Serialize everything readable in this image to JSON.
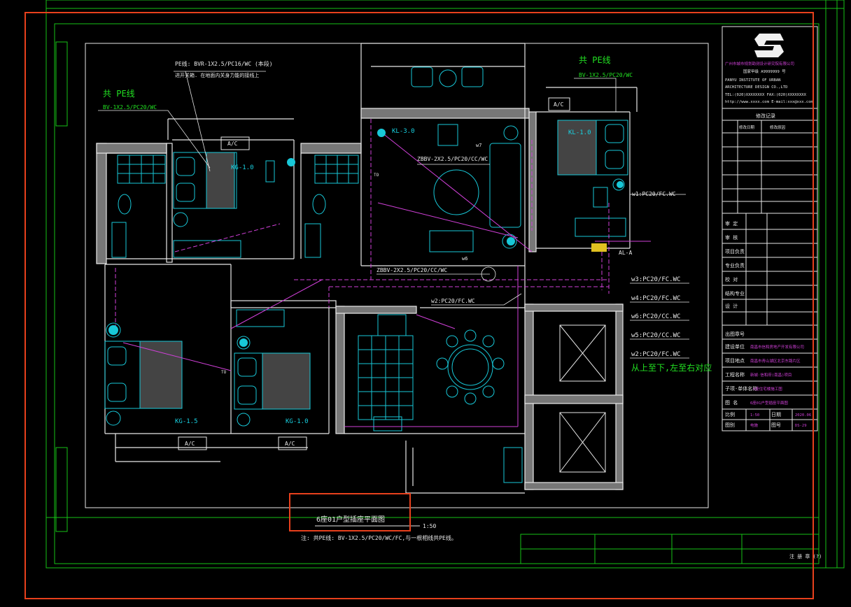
{
  "drawing": {
    "title": "6座01户型插座平面图",
    "scale": "1:50",
    "note": "注: 共PE线: BV-1X2.5/PC20/WC/FC,与一根相线共PE线。",
    "bottom_right_label": "注 册 章 (?)"
  },
  "annotations": {
    "pe_top_left_1": "PE线: BVR-1X2.5/PC16/WC (本段)",
    "pe_top_left_2": "进开关箱. 在地面内关身力能的接线上",
    "share_pe_left": "共 PE线",
    "bv_left": "BV-1X2.5/PC20/WC",
    "share_pe_right": "共 PE线",
    "bv_right": "BV-1X2.5/PC20/WC",
    "kl30": "KL-3.0",
    "kl10": "KL-1.0",
    "kg10_top": "KG-1.0",
    "kg15": "KG-1.5",
    "kg10_bottom": "KG-1.0",
    "zbbv_1": "ZBBV-2X2.5/PC20/CC/WC",
    "zbbv_2": "ZBBV-2X2.5/PC20/CC/WC",
    "w1": "w1:PC20/FC.WC",
    "w2": "w2:PC20/FC.WC",
    "w3": "w3:PC20/FC.WC",
    "w4": "w4:PC20/FC.WC",
    "w6": "w6:PC20/CC.WC",
    "w5": "w5:PC20/CC.WC",
    "order_note": "从上至下,左至右对应",
    "al_a": "AL-A",
    "m6": "w6",
    "m7": "w7",
    "ac": "A/C",
    "to": "TO"
  },
  "title_block": {
    "company_cn": "广州市城市规划勘测设计研究院有限公司",
    "company_code": "国家甲级 A9999999 号",
    "company_en_1": "PANYU INSTITUTE OF URBAN",
    "company_en_2": "ARCHITECTURE DESIGN CO.,LTD",
    "tel": "TEL:(020)XXXXXXXX  FAX:(020)XXXXXXXX",
    "email": "http://www.xxxx.com  E-mail:xxx@xxx.com",
    "revision_header": "修改记录",
    "rev_col1": "修改日期",
    "rev_col2": "修改原因",
    "rows": [
      "审 定",
      "审 核",
      "项目负责",
      "专业负责",
      "校 对",
      "结构专业",
      "设 计"
    ],
    "cert_no": "出图章号",
    "client_label": "建设单位",
    "client_value": "南昌市信和房地产开发有限公司",
    "project_label": "项目地点",
    "project_value": "南昌市青山湖区北京东路片区",
    "name_label": "工程名称",
    "name_value": "新城·信和府(南昌)项目",
    "sub_label": "子项·单体名称",
    "sub_value": "6座住宅楼施工图",
    "drawing_label": "图 名",
    "drawing_value": "6座01户型插座平面图",
    "scale_label": "比例",
    "scale_value": "1:50",
    "date_label": "日期",
    "date_value": "2020.06",
    "phase_label": "图别",
    "phase_value": "电施",
    "no_label": "图号",
    "no_value": "DS-29"
  },
  "colors": {
    "frame": "#16c216",
    "wall": "#e8e8e8",
    "fixture": "#18c8d8",
    "wire": "#d040d8",
    "highlight_box": "#e8401c"
  }
}
